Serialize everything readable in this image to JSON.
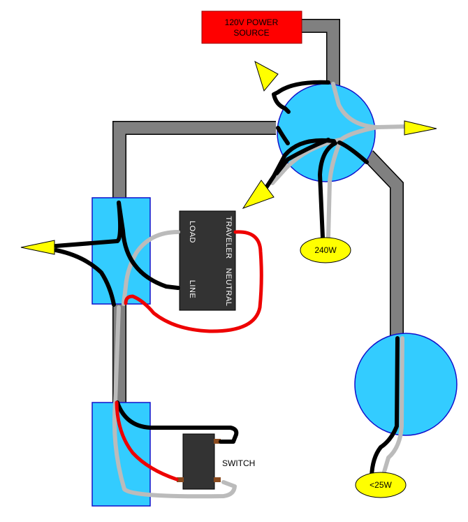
{
  "power_source": {
    "line1": "120V POWER",
    "line2": "SOURCE"
  },
  "module": {
    "load": "LOAD",
    "line": "LINE",
    "traveler": "TRAVELER",
    "neutral": "NEUTRAL"
  },
  "switch": {
    "label": "SWITCH"
  },
  "bulbs": {
    "large": "240W",
    "small": "<25W"
  },
  "colors": {
    "box": "#33ccff",
    "cable": "#808080",
    "hot": "#000000",
    "neutral": "#bbbbbb",
    "traveler": "#ee0000",
    "source": "#ff0000",
    "bulb": "#ffff00",
    "module": "#333333"
  }
}
